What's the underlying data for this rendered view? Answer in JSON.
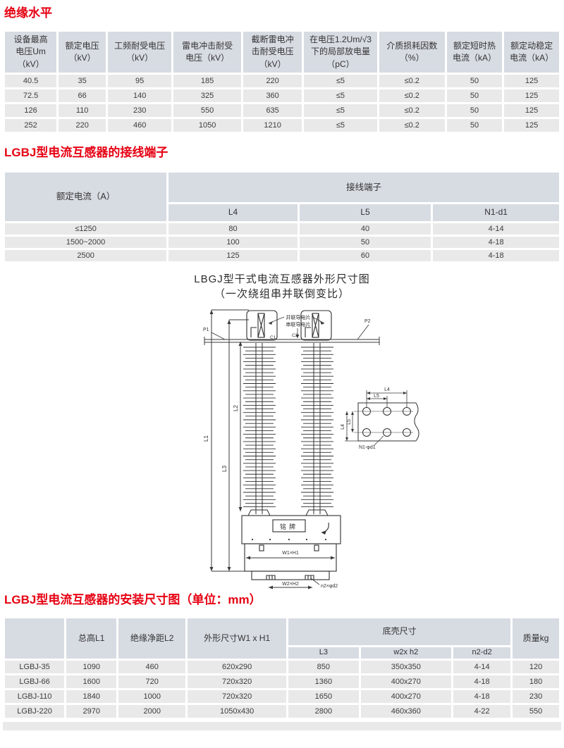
{
  "sections": {
    "s1_title": "绝缘水平",
    "s2_title": "LGBJ型电流互感器的接线端子",
    "s3_title": "LGBJ型电流互感器的安装尺寸图（单位：mm）"
  },
  "t1": {
    "headers": [
      "设备最高\n电压Um\n（kV）",
      "额定电压\n（kV）",
      "工频耐受电压\n（kV）",
      "雷电冲击耐受\n电压（kV）",
      "截断雷电冲\n击耐受电压\n（kV）",
      "在电压1.2Um/√3\n下的局部放电量\n（pC）",
      "介质损耗因数\n（%）",
      "额定短时热\n电流（kA）",
      "额定动稳定\n电流（kA）"
    ],
    "rows": [
      [
        "40.5",
        "35",
        "95",
        "185",
        "220",
        "≤5",
        "≤0.2",
        "50",
        "125"
      ],
      [
        "72.5",
        "66",
        "140",
        "325",
        "360",
        "≤5",
        "≤0.2",
        "50",
        "125"
      ],
      [
        "126",
        "110",
        "230",
        "550",
        "635",
        "≤5",
        "≤0.2",
        "50",
        "125"
      ],
      [
        "252",
        "220",
        "460",
        "1050",
        "1210",
        "≤5",
        "≤0.2",
        "50",
        "125"
      ]
    ]
  },
  "t2": {
    "rated_current_header": "额定电流（A）",
    "group_header": "接线端子",
    "sub_headers": [
      "L4",
      "L5",
      "N1-d1"
    ],
    "rows": [
      [
        "≤1250",
        "80",
        "40",
        "4-14"
      ],
      [
        "1500~2000",
        "100",
        "50",
        "4-18"
      ],
      [
        "2500",
        "125",
        "60",
        "4-18"
      ]
    ]
  },
  "drawing": {
    "title_line1": "LBGJ型干式电流互感器外形尺寸图",
    "title_line2": "（一次绕组串并联倒变比）",
    "labels": {
      "p1": "P1",
      "p2": "P2",
      "c1": "C1",
      "c2": "C2",
      "parallel_plate": "并联导电片",
      "series_plate": "串联导电片",
      "nameplate": "铭牌",
      "dim_l1": "L1",
      "dim_l2": "L2",
      "dim_l3": "L3",
      "dim_l4_top": "L4",
      "dim_l5_top": "L5",
      "dim_l4_left": "L4",
      "dim_l5_left": "L5",
      "dim_w1h1": "W1×H1",
      "dim_w2h2": "W2×H2",
      "dim_n2d2": "n2×φd2",
      "dim_n1d1": "N1-φd1"
    }
  },
  "t3": {
    "headers": {
      "c1": "",
      "c2": "总高L1",
      "c3": "绝缘净距L2",
      "c4": "外形尺寸W1 x H1",
      "group": "底壳尺寸",
      "sub": [
        "L3",
        "w2x h2",
        "n2-d2"
      ],
      "c8": "质量kg"
    },
    "rows": [
      [
        "LGBJ-35",
        "1090",
        "460",
        "620x290",
        "850",
        "350x350",
        "4-14",
        "120"
      ],
      [
        "LGBJ-66",
        "1600",
        "720",
        "720x320",
        "1360",
        "400x270",
        "4-18",
        "180"
      ],
      [
        "LGBJ-110",
        "1840",
        "1000",
        "720x320",
        "1650",
        "400x270",
        "4-18",
        "230"
      ],
      [
        "LGBJ-220",
        "2970",
        "2000",
        "1050x430",
        "2800",
        "460x360",
        "4-22",
        "550"
      ]
    ]
  },
  "colors": {
    "accent_red": "#e60012",
    "table_header_bg": "#d7dbe2",
    "table_row_bg": "#e9e9e9"
  }
}
